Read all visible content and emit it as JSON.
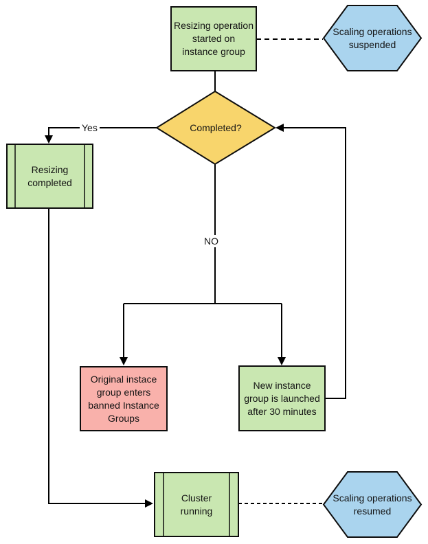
{
  "diagram": {
    "colors": {
      "process_green": "#c9e7b1",
      "decision_yellow": "#f8d56c",
      "alert_pink": "#f9b1ab",
      "terminal_blue": "#aad4ee",
      "line": "#000000"
    },
    "nodes": {
      "start": {
        "label": "Resizing operation started on instance group",
        "shape": "rectangle"
      },
      "suspended": {
        "label": "Scaling operations suspended",
        "shape": "hexagon"
      },
      "decision": {
        "label": "Completed?",
        "shape": "diamond"
      },
      "resizing_completed": {
        "label": "Resizing completed",
        "shape": "predefined-process"
      },
      "banned": {
        "label": "Original instace group enters banned Instance Groups",
        "shape": "rectangle"
      },
      "new_group": {
        "label": "New instance group is launched after 30 minutes",
        "shape": "rectangle"
      },
      "cluster_running": {
        "label": "Cluster running",
        "shape": "predefined-process"
      },
      "resumed": {
        "label": "Scaling operations resumed",
        "shape": "hexagon"
      }
    },
    "edge_labels": {
      "yes": "Yes",
      "no": "NO"
    }
  }
}
